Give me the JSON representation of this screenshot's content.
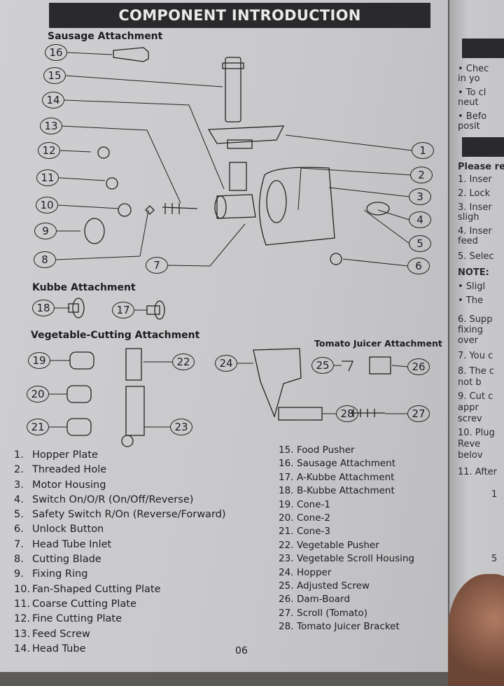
{
  "header": {
    "title": "COMPONENT INTRODUCTION"
  },
  "sections": {
    "sausage": "Sausage Attachment",
    "kubbe": "Kubbe Attachment",
    "vegetable": "Vegetable-Cutting Attachment",
    "tomato": "Tomato Juicer Attachment"
  },
  "callouts": [
    "16",
    "15",
    "14",
    "13",
    "12",
    "11",
    "10",
    "9",
    "8",
    "7",
    "1",
    "2",
    "3",
    "4",
    "5",
    "6",
    "18",
    "17",
    "19",
    "20",
    "21",
    "22",
    "23",
    "24",
    "25",
    "26",
    "28",
    "27"
  ],
  "parts_left": [
    {
      "n": "1.",
      "label": "Hopper Plate"
    },
    {
      "n": "2.",
      "label": "Threaded Hole"
    },
    {
      "n": "3.",
      "label": "Motor Housing"
    },
    {
      "n": "4.",
      "label": "Switch On/O/R (On/Off/Reverse)"
    },
    {
      "n": "5.",
      "label": "Safety Switch R/On (Reverse/Forward)"
    },
    {
      "n": "6.",
      "label": "Unlock Button"
    },
    {
      "n": "7.",
      "label": "Head Tube Inlet"
    },
    {
      "n": "8.",
      "label": "Cutting Blade"
    },
    {
      "n": "9.",
      "label": "Fixing Ring"
    },
    {
      "n": "10.",
      "label": "Fan-Shaped Cutting Plate"
    },
    {
      "n": "11.",
      "label": "Coarse Cutting Plate"
    },
    {
      "n": "12.",
      "label": "Fine Cutting Plate"
    },
    {
      "n": "13.",
      "label": "Feed Screw"
    },
    {
      "n": "14.",
      "label": "Head Tube"
    }
  ],
  "parts_right": [
    {
      "n": "15.",
      "label": "Food Pusher"
    },
    {
      "n": "16.",
      "label": "Sausage Attachment"
    },
    {
      "n": "17.",
      "label": "A-Kubbe Attachment"
    },
    {
      "n": "18.",
      "label": "B-Kubbe Attachment"
    },
    {
      "n": "19.",
      "label": "Cone-1"
    },
    {
      "n": "20.",
      "label": "Cone-2"
    },
    {
      "n": "21.",
      "label": "Cone-3"
    },
    {
      "n": "22.",
      "label": "Vegetable Pusher"
    },
    {
      "n": "23.",
      "label": "Vegetable Scroll Housing"
    },
    {
      "n": "24.",
      "label": "Hopper"
    },
    {
      "n": "25.",
      "label": "Adjusted Screw"
    },
    {
      "n": "26.",
      "label": "Dam-Board"
    },
    {
      "n": "27.",
      "label": "Scroll (Tomato)"
    },
    {
      "n": "28.",
      "label": "Tomato Juicer Bracket"
    }
  ],
  "page_number": "06",
  "right_page": {
    "lines": [
      "•   Chec",
      "     in yo",
      "•   To cl",
      "     neut",
      "•   Befo",
      "     posit",
      "Please re",
      "1.   Inser",
      "2.   Lock",
      "3.   Inser",
      "     sligh",
      "4.   Inser",
      "     feed",
      "5.   Selec",
      "NOTE:",
      "•   Sligl",
      "•   The",
      "6.   Supp",
      "     fixing",
      "     over",
      "7.   You c",
      "8.   The c",
      "     not b",
      "9.   Cut c",
      "     appr",
      "     screv",
      "10.  Plug",
      "     Reve",
      "     belov",
      "11.  After",
      "1",
      "5"
    ]
  }
}
